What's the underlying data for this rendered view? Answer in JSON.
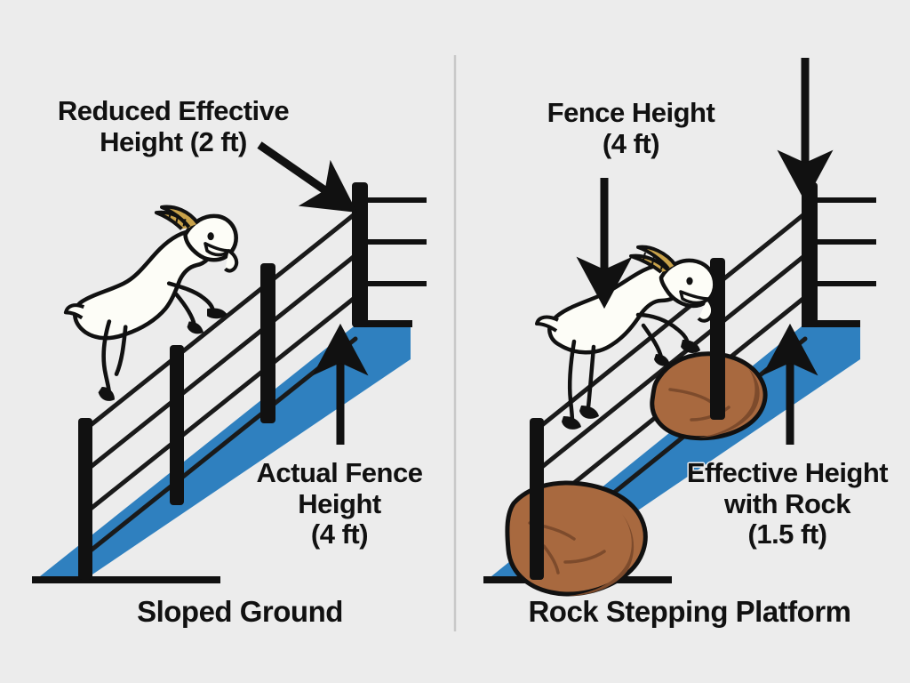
{
  "figure": {
    "background_color": "#ececec",
    "ground_color": "#2f80bf",
    "ground_outline_color": "#111111",
    "post_color": "#111111",
    "wire_color": "#1a1a1a",
    "rock_color": "#a8693f",
    "rock_shadow_color": "#7d4b2c",
    "goat_body_color": "#fdfdf7",
    "goat_horn_color": "#c9a24a",
    "divider_color": "#c8c8c8"
  },
  "panels": [
    {
      "id": "left",
      "caption": "Sloped Ground",
      "annotations": [
        {
          "name": "reduced-effective-height",
          "text": "Reduced Effective\nHeight (2 ft)",
          "value": "2 ft",
          "arrow": "diagonal-down-right"
        },
        {
          "name": "actual-fence-height",
          "text": "Actual Fence\nHeight\n(4 ft)",
          "value": "4 ft",
          "arrow": "up"
        }
      ],
      "posts": 4,
      "wires": 4,
      "rocks": 0,
      "goat": "jumping"
    },
    {
      "id": "right",
      "caption": "Rock Stepping Platform",
      "annotations": [
        {
          "name": "fence-height",
          "text": "Fence Height\n(4 ft)",
          "value": "4 ft",
          "arrow": "down"
        },
        {
          "name": "effective-height-with-rock",
          "text": "Effective Height\nwith Rock\n(1.5 ft)",
          "value": "1.5 ft",
          "arrow": "up"
        }
      ],
      "posts": 3,
      "wires": 4,
      "rocks": 2,
      "goat": "climbing-on-rock"
    }
  ],
  "labels": {
    "left_top": "Reduced Effective\nHeight (2 ft)",
    "left_bottom": "Actual Fence\nHeight\n(4 ft)",
    "left_caption": "Sloped Ground",
    "right_top": "Fence Height\n(4 ft)",
    "right_bottom": "Effective Height\nwith Rock\n(1.5 ft)",
    "right_caption": "Rock Stepping Platform"
  }
}
